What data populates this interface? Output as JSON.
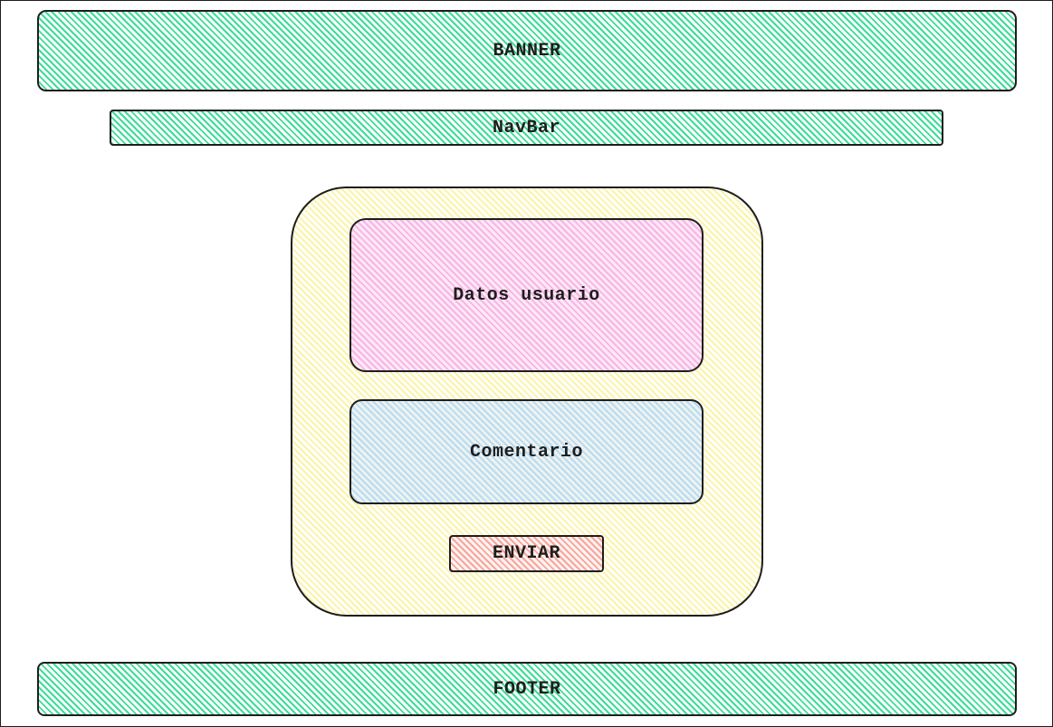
{
  "banner": {
    "label": "BANNER"
  },
  "navbar": {
    "label": "NavBar"
  },
  "form": {
    "user_data": {
      "label": "Datos usuario"
    },
    "comment": {
      "label": "Comentario"
    },
    "submit": {
      "label": "ENVIAR"
    }
  },
  "footer": {
    "label": "FOOTER"
  },
  "colors": {
    "banner_fill": "#3ddc97",
    "form_fill": "#fbf3a6",
    "user_data_fill": "#f7b5e5",
    "comment_fill": "#b6dcf3",
    "submit_fill": "#f7a59b",
    "stroke": "#1e1e1e"
  }
}
